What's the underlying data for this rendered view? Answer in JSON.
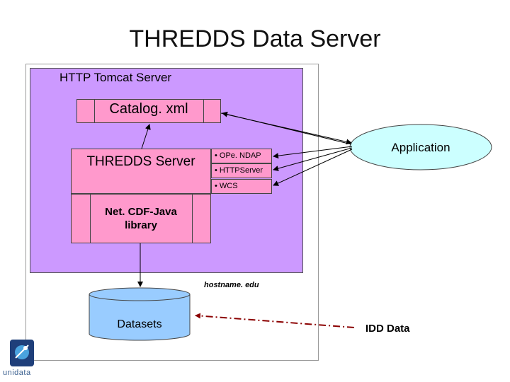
{
  "title": "THREDDS Data Server",
  "tomcat": {
    "label": "HTTP Tomcat Server"
  },
  "catalog": {
    "label": "Catalog. xml"
  },
  "server": {
    "label": "THREDDS Server"
  },
  "services": [
    "• OPe. NDAP",
    "• HTTPServer",
    "• WCS"
  ],
  "netcdf": {
    "line1": "Net. CDF-Java",
    "line2": "library"
  },
  "host": {
    "label": "hostname. edu"
  },
  "datasets": {
    "label": "Datasets"
  },
  "application": {
    "label": "Application"
  },
  "idd": {
    "label": "IDD Data"
  },
  "logo": {
    "text": "unidata"
  },
  "colors": {
    "server_fill": "#cc99ff",
    "component_fill": "#ff99cc",
    "app_fill": "#ccffff",
    "datasets_fill": "#99ccff",
    "idd_line": "#8b0000"
  }
}
